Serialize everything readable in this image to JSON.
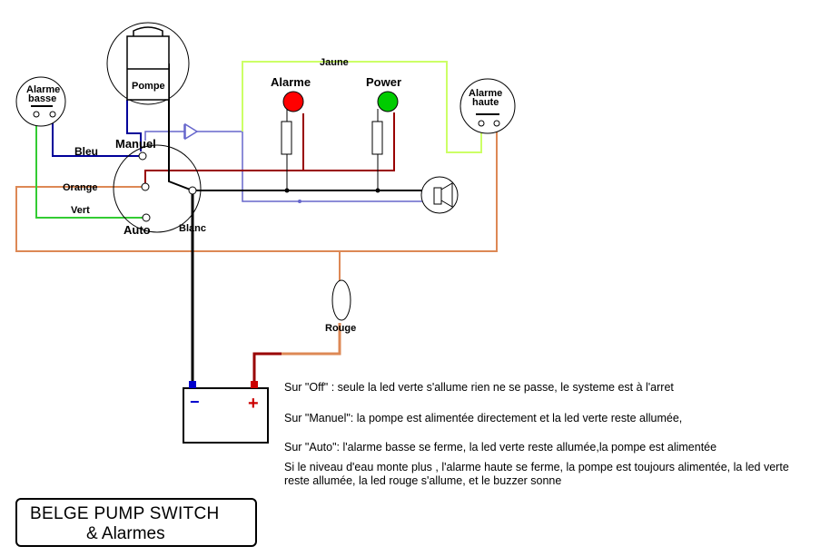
{
  "labels": {
    "pompe": "Pompe",
    "alarme_basse_1": "Alarme",
    "alarme_basse_2": "basse",
    "alarme_haute_1": "Alarme",
    "alarme_haute_2": "haute",
    "jaune": "Jaune",
    "alarme": "Alarme",
    "power": "Power",
    "bleu": "Bleu",
    "manuel": "Manuel",
    "orange": "Orange",
    "vert": "Vert",
    "auto": "Auto",
    "blanc": "Blanc",
    "rouge": "Rouge",
    "minus": "−",
    "plus": "+"
  },
  "notes": {
    "off": "Sur \"Off\" :  seule la led verte s'allume  rien ne se passe, le systeme est à l'arret",
    "manuel": "Sur \"Manuel\": la pompe est alimentée directement et la led verte reste allumée,",
    "auto": "Sur \"Auto\": l'alarme basse se ferme, la led verte reste allumée,la pompe est alimentée",
    "niveau": "Si le niveau d'eau monte plus , l'alarme haute se ferme, la pompe est toujours alimentée, la led verte reste allumée, la led rouge s'allume, et le buzzer sonne"
  },
  "title": {
    "line1": "BELGE PUMP SWITCH",
    "line2": "& Alarmes"
  },
  "colors": {
    "wire_blue": "#000099",
    "wire_light_blue": "#6666cc",
    "wire_green": "#33cc33",
    "wire_yellow": "#ccff66",
    "wire_orange": "#dd8855",
    "wire_red": "#990000",
    "wire_black": "#000000",
    "led_red": "#ff0000",
    "led_green": "#00cc00"
  }
}
